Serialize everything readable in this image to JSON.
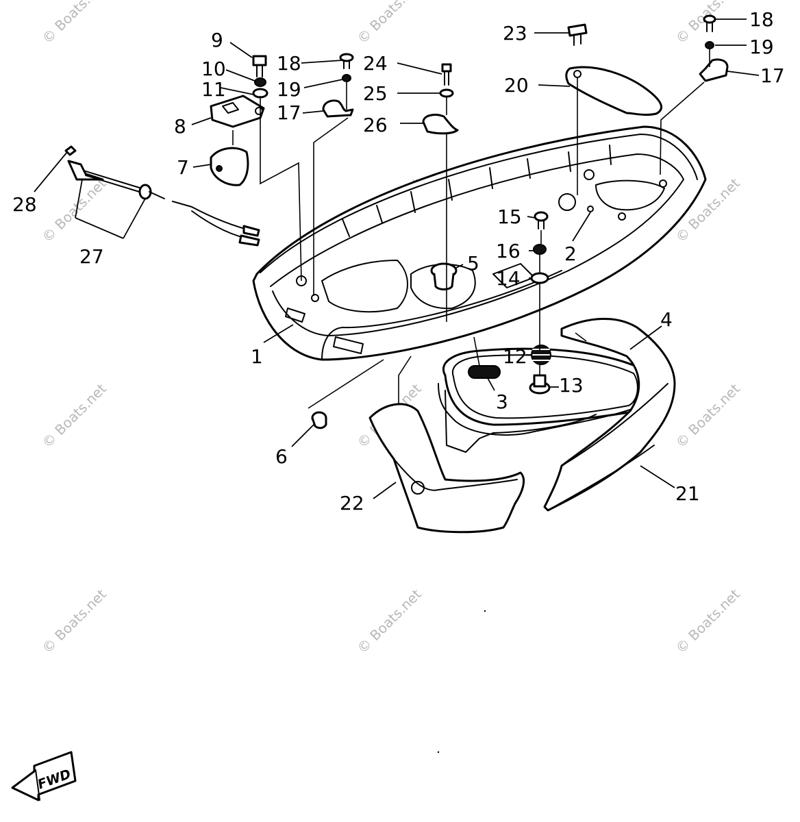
{
  "callouts": [
    "1",
    "2",
    "3",
    "4",
    "5",
    "6",
    "7",
    "8",
    "9",
    "10",
    "11",
    "12",
    "13",
    "14",
    "15",
    "16",
    "17",
    "18",
    "19",
    "20",
    "21",
    "22",
    "23",
    "24",
    "25",
    "26",
    "27",
    "28"
  ],
  "callouts_right": {
    "17": "17",
    "18": "18",
    "19": "19"
  },
  "watermark": "© Boats.net",
  "fwd_label": "FWD"
}
